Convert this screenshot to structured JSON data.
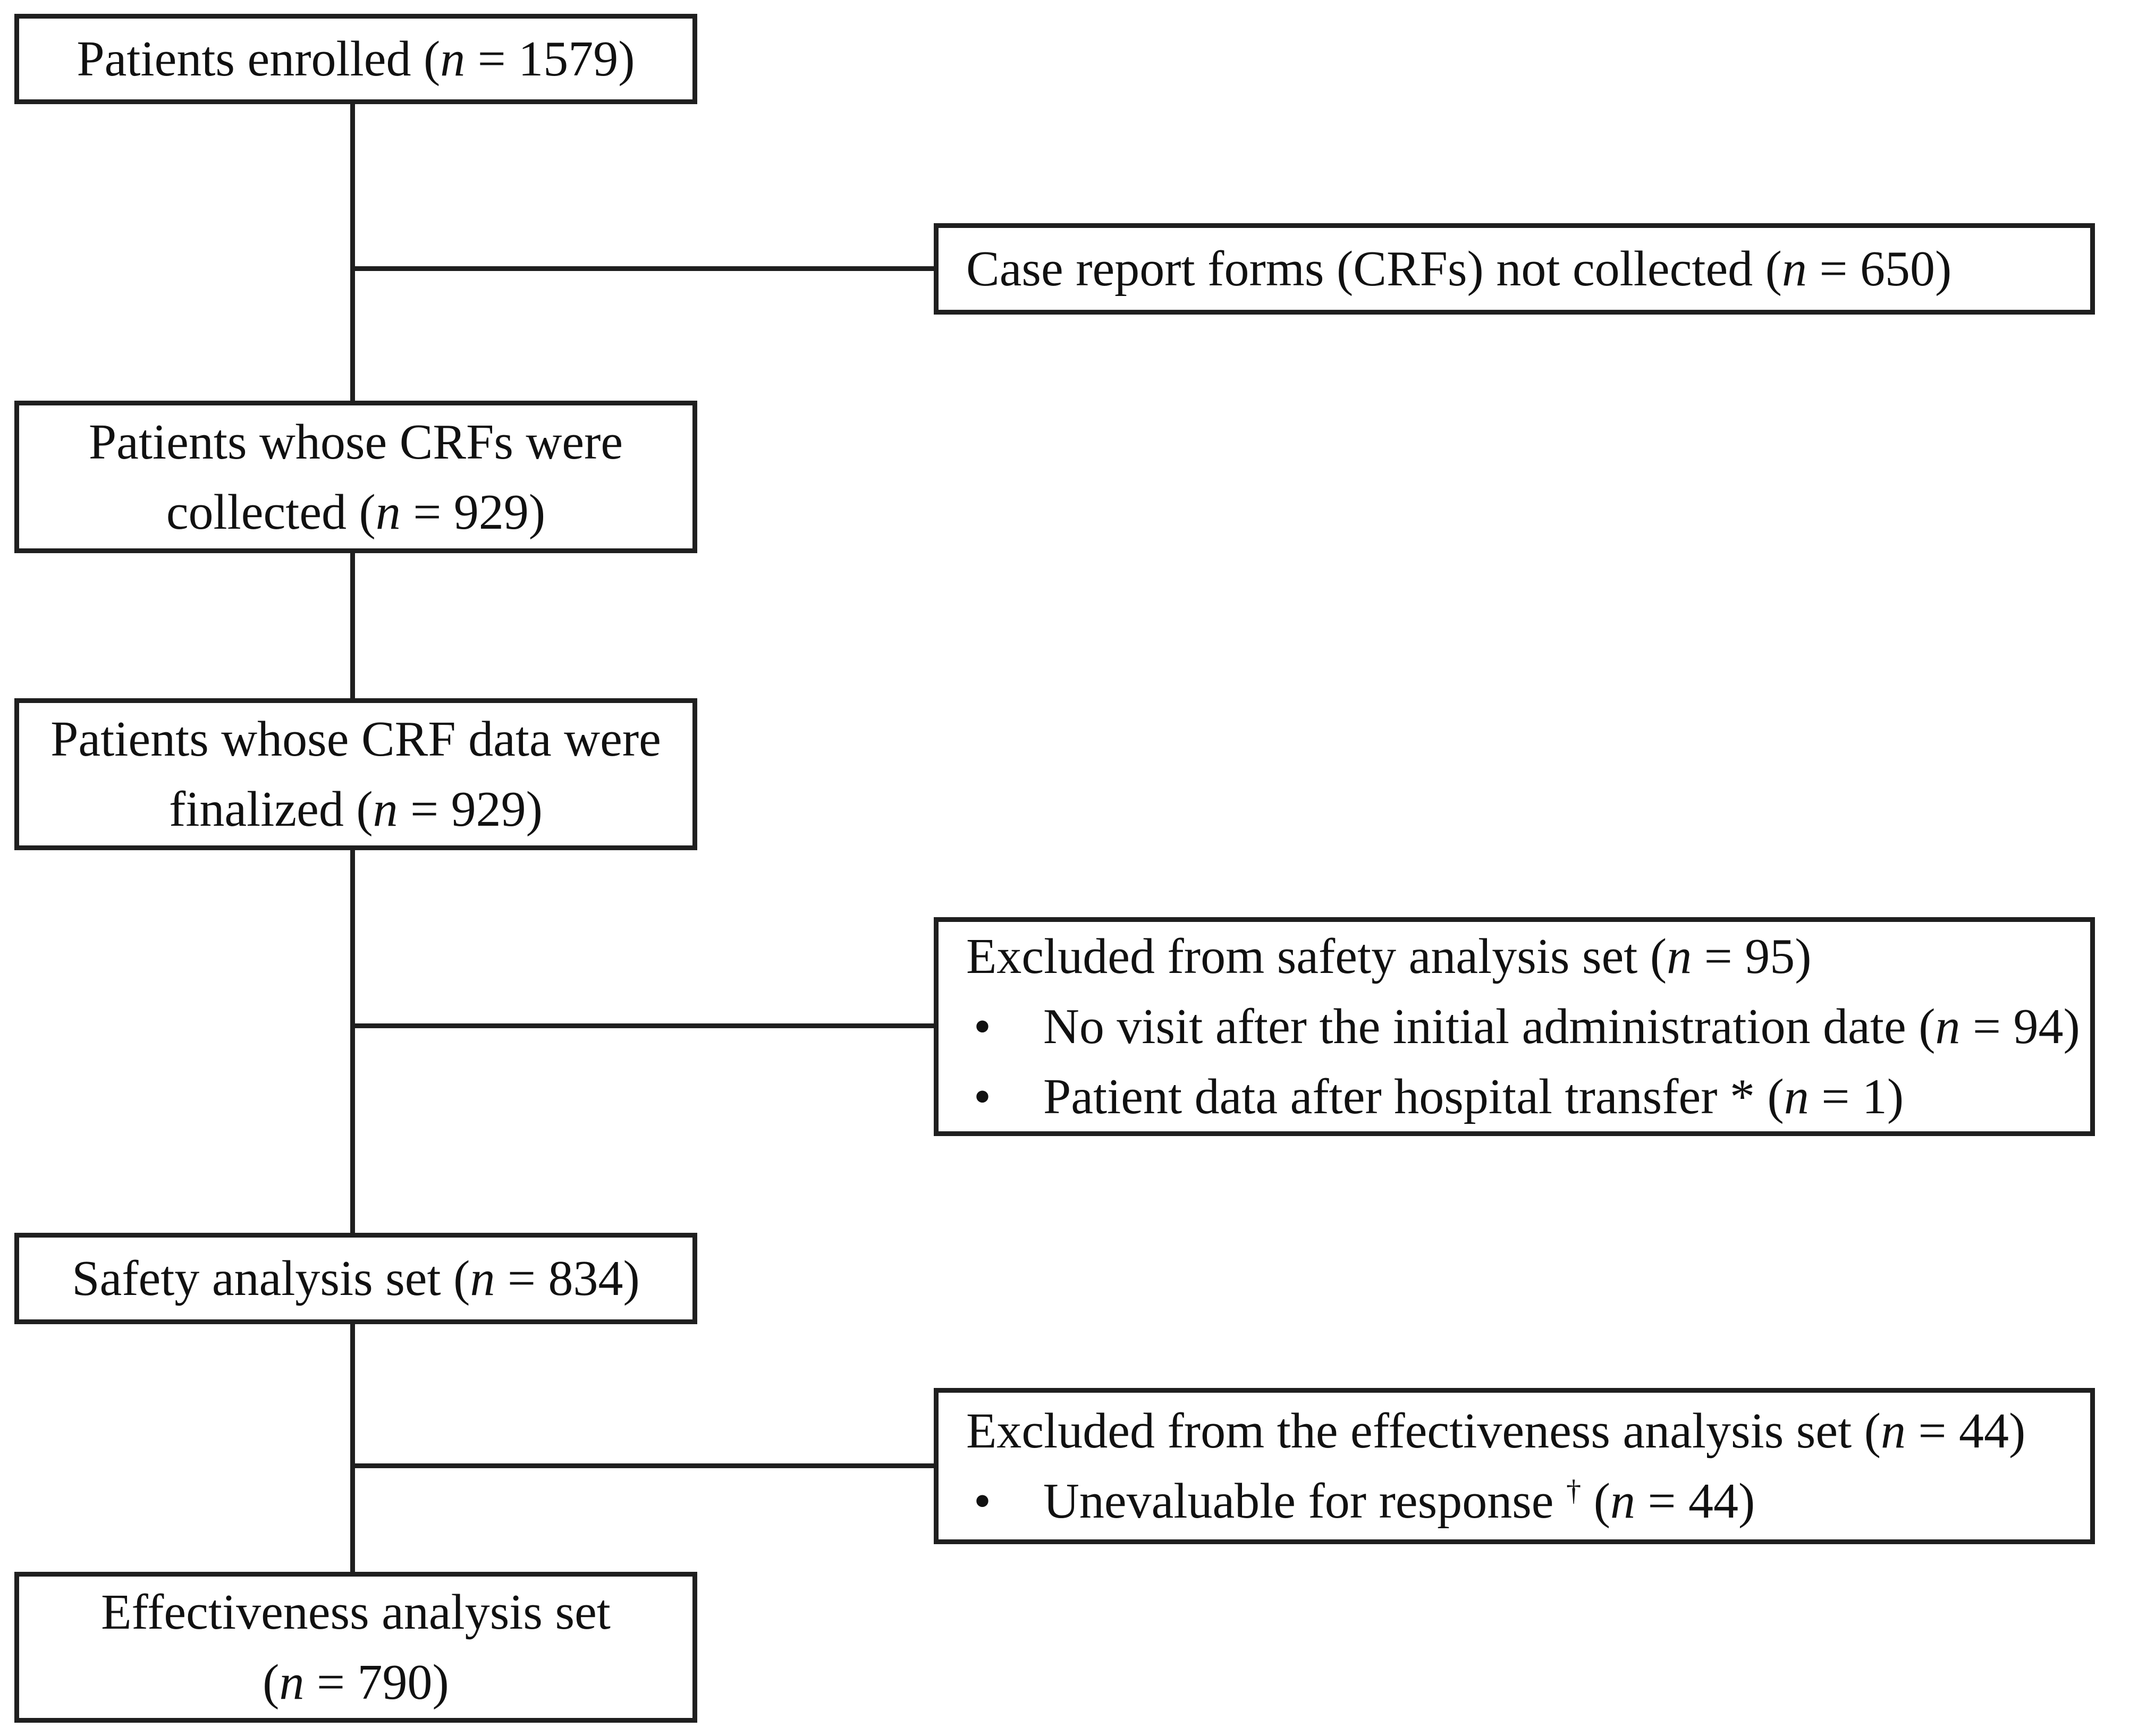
{
  "figure": {
    "type": "patient-flow-diagram",
    "background": "#ffffff",
    "line_color": "#1f1f1f",
    "text_color": "#111111"
  },
  "icons": {
    "bullet": "•"
  },
  "counts": {
    "enrolled": 1579,
    "crfs_not_collected": 650,
    "crfs_collected": 929,
    "crf_data_finalized": 929,
    "excluded_from_safety_set": 95,
    "no_visit_after_initial_administration": 94,
    "patient_data_after_hospital_transfer": 1,
    "safety_analysis_set": 834,
    "excluded_from_effectiveness_set": 44,
    "unevaluable_for_response": 44,
    "effectiveness_analysis_set": 790
  },
  "boxes": {
    "enrolled": {
      "segments": [
        "Patients enrolled (",
        "n",
        " = 1579)"
      ]
    },
    "crfs_not_collected": {
      "segments": [
        "Case report forms (CRFs) not collected (",
        "n",
        " = 650)"
      ]
    },
    "crfs_collected": {
      "line1": "Patients whose CRFs were",
      "line2": [
        "collected (",
        "n",
        " = 929)"
      ]
    },
    "crf_finalized": {
      "line1": "Patients whose CRF data were",
      "line2": [
        "finalized (",
        "n",
        " = 929)"
      ]
    },
    "excluded_safety": {
      "title": [
        "Excluded from safety analysis set (",
        "n",
        " = 95)"
      ],
      "bullet1": [
        "No visit after the initial administration date (",
        "n",
        " = 94)"
      ],
      "bullet2": [
        "Patient data after hospital transfer * (",
        "n",
        " = 1)"
      ]
    },
    "safety_set": {
      "segments": [
        "Safety analysis set (",
        "n",
        " = 834)"
      ]
    },
    "excluded_effectiveness": {
      "title": [
        "Excluded from the effectiveness analysis set (",
        "n",
        " = 44)"
      ],
      "bullet1": [
        "Unevaluable for response ",
        "†",
        " (",
        "n",
        " = 44)"
      ]
    },
    "effectiveness_set": {
      "line1": "Effectiveness analysis set",
      "line2": [
        "(",
        "n",
        " = 790)"
      ]
    }
  }
}
